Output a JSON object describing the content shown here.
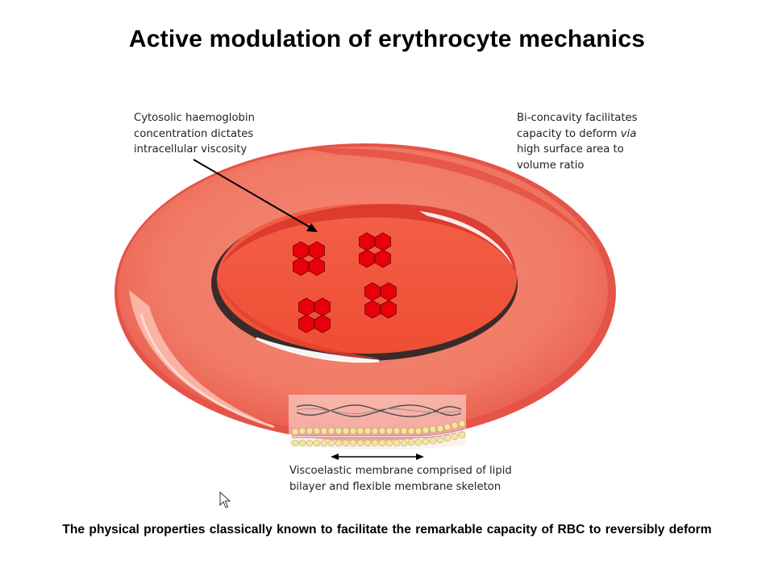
{
  "slide": {
    "title": "Active modulation of erythrocyte mechanics",
    "caption": "The physical properties classically known to facilitate the remarkable capacity of RBC to reversibly deform"
  },
  "annotations": {
    "haemoglobin": {
      "lines": [
        "Cytosolic haemoglobin",
        "concentration dictates",
        "intracellular viscosity"
      ]
    },
    "biconcavity": {
      "line1": "Bi-concavity facilitates",
      "line2_prefix": "capacity to deform ",
      "line2_italic": "via",
      "line3": "high surface area to",
      "line4": "volume ratio"
    },
    "membrane": {
      "lines": [
        "Viscoelastic membrane comprised of lipid",
        "bilayer and flexible membrane skeleton"
      ]
    }
  },
  "colors": {
    "cell_outer": "#f08070",
    "cell_rim": "#e8564a",
    "cell_center": "#f05a3c",
    "haemoglobin": "#e8000a",
    "lipid": "#f2e6a0"
  },
  "icons": [
    "arrow-icon",
    "double-arrow-icon",
    "mouse-cursor-icon",
    "haemoglobin-icon"
  ]
}
